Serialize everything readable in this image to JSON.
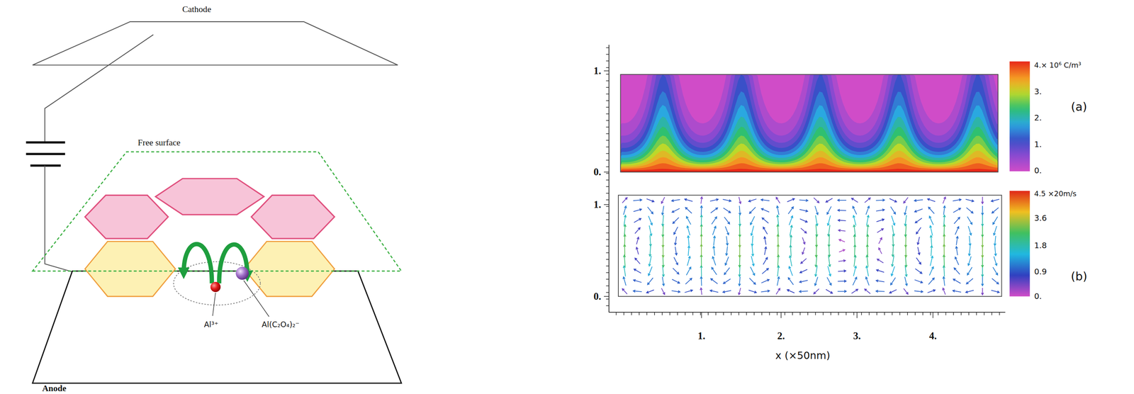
{
  "diagram": {
    "labels": [
      "Cathode",
      "Free surface",
      "Anode",
      "Al³⁺",
      "Al(C₂O₄)₂⁻",
      "1.",
      "0.",
      "1.",
      "0.",
      "1.",
      "2.",
      "3.",
      "4.",
      "x (×50nm)",
      "4.× 10⁶ C/m³",
      "3.",
      "2.",
      "1.",
      "0.",
      "(a)",
      "4.5 ×20m/s",
      "3.6",
      "1.8",
      "0.9",
      "0.",
      "(b)"
    ]
  }
}
